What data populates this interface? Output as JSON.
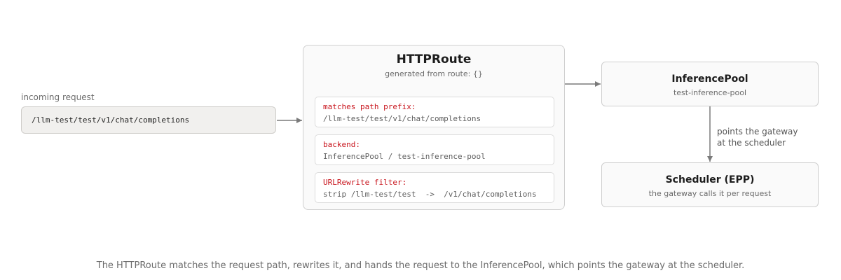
{
  "incoming": {
    "label": "incoming request",
    "path": "/llm-test/test/v1/chat/completions"
  },
  "httproute": {
    "title": "HTTPRoute",
    "subtitle": "generated from route: {}",
    "rules": [
      {
        "key": "matches path prefix:",
        "value": "/llm-test/test/v1/chat/completions"
      },
      {
        "key": "backend:",
        "value": "InferencePool / test-inference-pool"
      },
      {
        "key": "URLRewrite filter:",
        "value": "strip /llm-test/test  ->  /v1/chat/completions"
      }
    ]
  },
  "inference_pool": {
    "title": "InferencePool",
    "subtitle": "test-inference-pool"
  },
  "edge_label": {
    "line1": "points the gateway",
    "line2": "at the scheduler"
  },
  "scheduler": {
    "title": "Scheduler (EPP)",
    "subtitle": "the gateway calls it per request"
  },
  "caption": "The HTTPRoute matches the request path, rewrites it, and hands the request to the InferencePool, which points the gateway at the scheduler.",
  "colors": {
    "rule_key": "#c8141c",
    "arrow": "#7a7a7a",
    "card_border": "#cfcfcf"
  }
}
